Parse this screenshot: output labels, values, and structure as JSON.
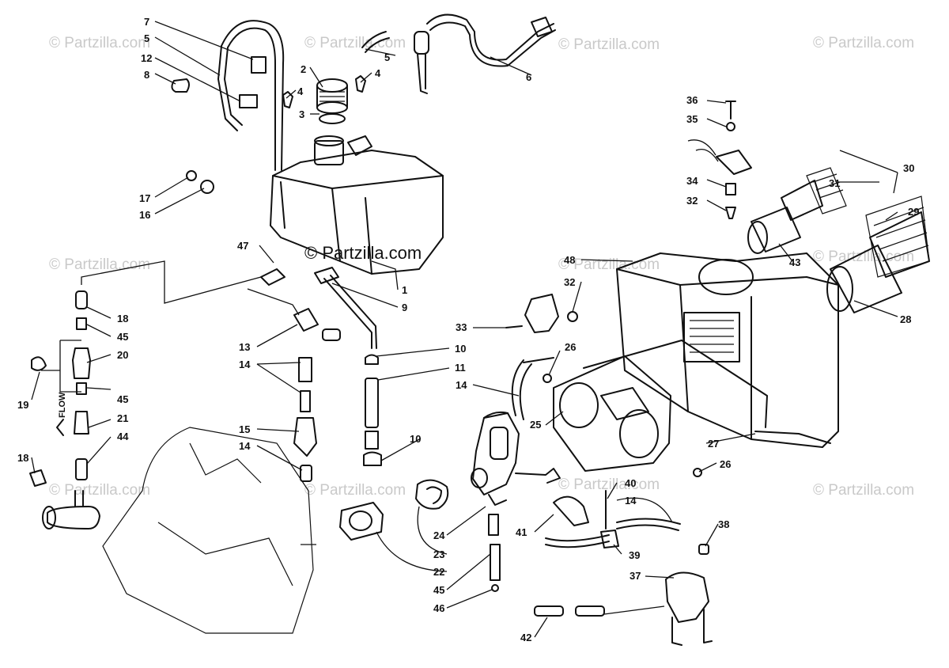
{
  "watermark": "© Partzilla.com",
  "watermark_center": "© Partzilla.com",
  "flow_label": "FLOW",
  "callouts": [
    "7",
    "5",
    "12",
    "8",
    "2",
    "4",
    "4",
    "3",
    "5",
    "6",
    "36",
    "35",
    "34",
    "32",
    "31",
    "30",
    "29",
    "43",
    "28",
    "17",
    "16",
    "47",
    "1",
    "9",
    "48",
    "32",
    "33",
    "18",
    "45",
    "20",
    "19",
    "45",
    "21",
    "44",
    "18",
    "13",
    "14",
    "15",
    "14",
    "10",
    "11",
    "14",
    "10",
    "26",
    "25",
    "27",
    "26",
    "40",
    "14",
    "38",
    "41",
    "39",
    "37",
    "24",
    "23",
    "22",
    "45",
    "46",
    "42"
  ]
}
